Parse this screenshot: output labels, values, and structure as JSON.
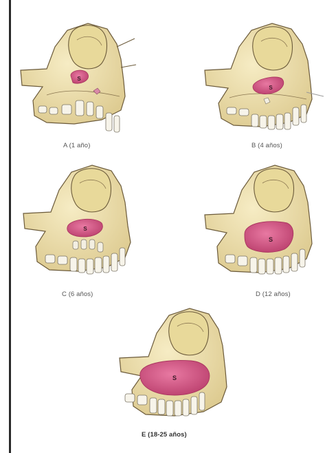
{
  "panels": [
    {
      "id": "A",
      "caption": "A (1 año)",
      "sinus_label": "S"
    },
    {
      "id": "B",
      "caption": "B (4 años)",
      "sinus_label": "S"
    },
    {
      "id": "C",
      "caption": "C (6 años)",
      "sinus_label": "S"
    },
    {
      "id": "D",
      "caption": "D (12 años)",
      "sinus_label": "S"
    },
    {
      "id": "E",
      "caption": "E (18-25 años)",
      "sinus_label": "S"
    }
  ],
  "colors": {
    "bone": "#efe2b0",
    "bone_shadow": "#d9c68c",
    "outline": "#6b5a3a",
    "sinus": "#d95a86",
    "sinus_dark": "#a8345e",
    "tooth": "#f7f4ea",
    "tooth_outline": "#7a7466",
    "rule": "#2a2a2a"
  }
}
